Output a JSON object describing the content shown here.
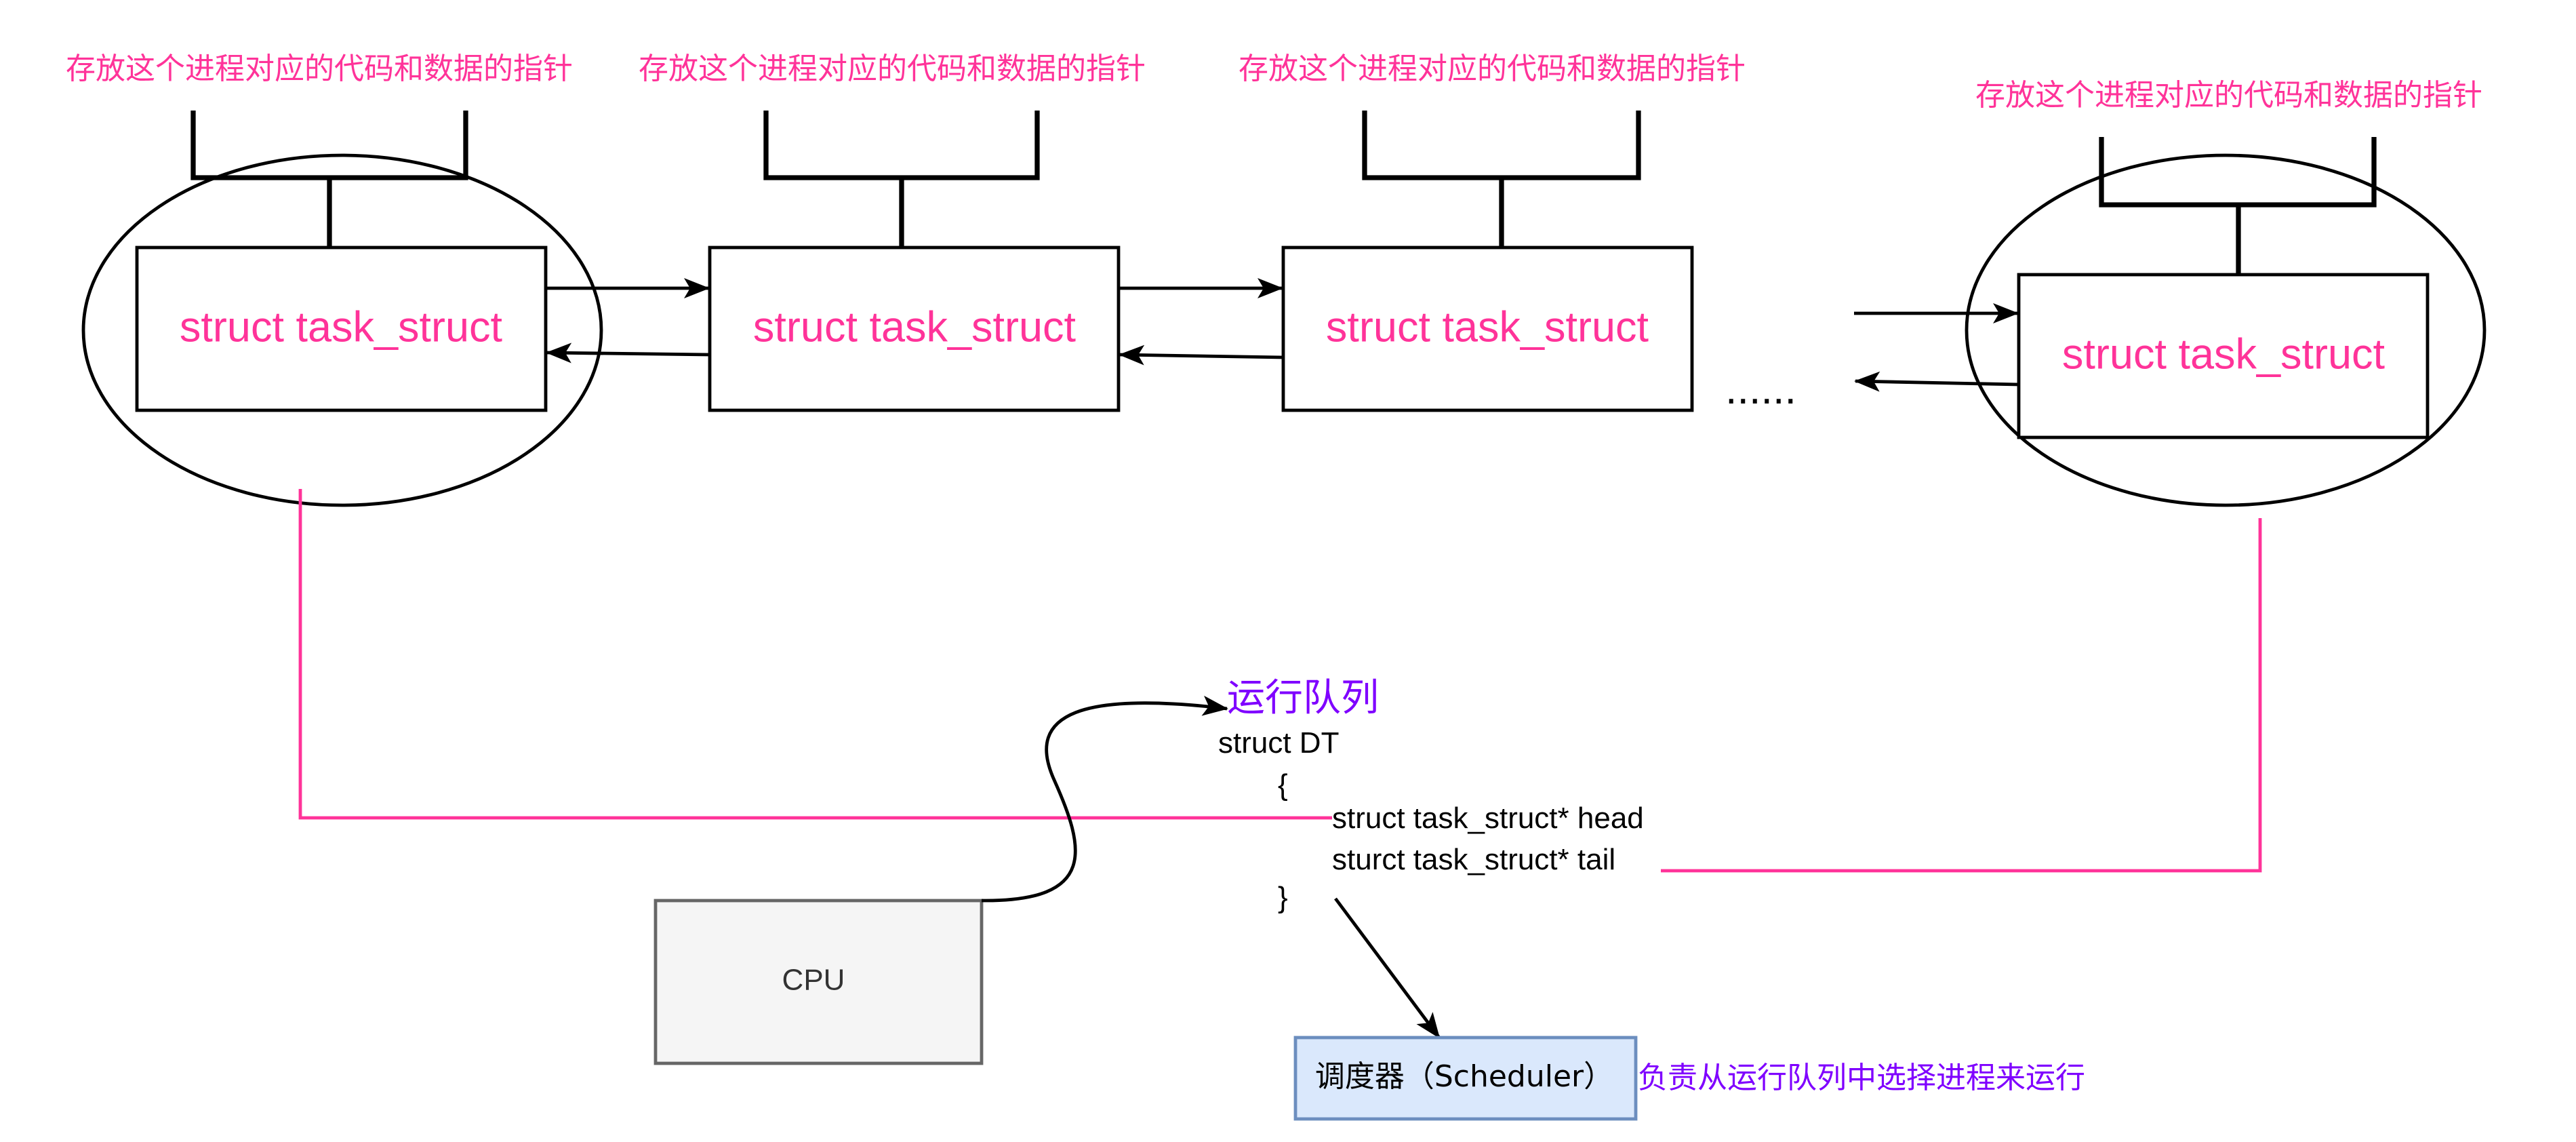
{
  "pointer_note": "存放这个进程对应的代码和数据的指针",
  "task_nodes": [
    {
      "label": "struct task_struct"
    },
    {
      "label": "struct task_struct"
    },
    {
      "label": "struct task_struct"
    },
    {
      "label": "struct task_struct"
    }
  ],
  "ellipsis": "......",
  "run_queue": {
    "title": "运行队列",
    "lines": [
      "struct DT",
      "{",
      "struct task_struct* head",
      "sturct task_struct* tail",
      "}"
    ]
  },
  "cpu": {
    "label": "CPU"
  },
  "scheduler": {
    "label": "调度器（Scheduler）",
    "description": "负责从运行队列中选择进程来运行"
  },
  "colors": {
    "task_text": "#ff3399",
    "link_line": "#ff3399",
    "purple_text": "#7f00ff",
    "cpu_fill": "#f5f5f5",
    "cpu_stroke": "#666666",
    "scheduler_fill": "#dae8fc",
    "scheduler_stroke": "#6c8ebf"
  }
}
